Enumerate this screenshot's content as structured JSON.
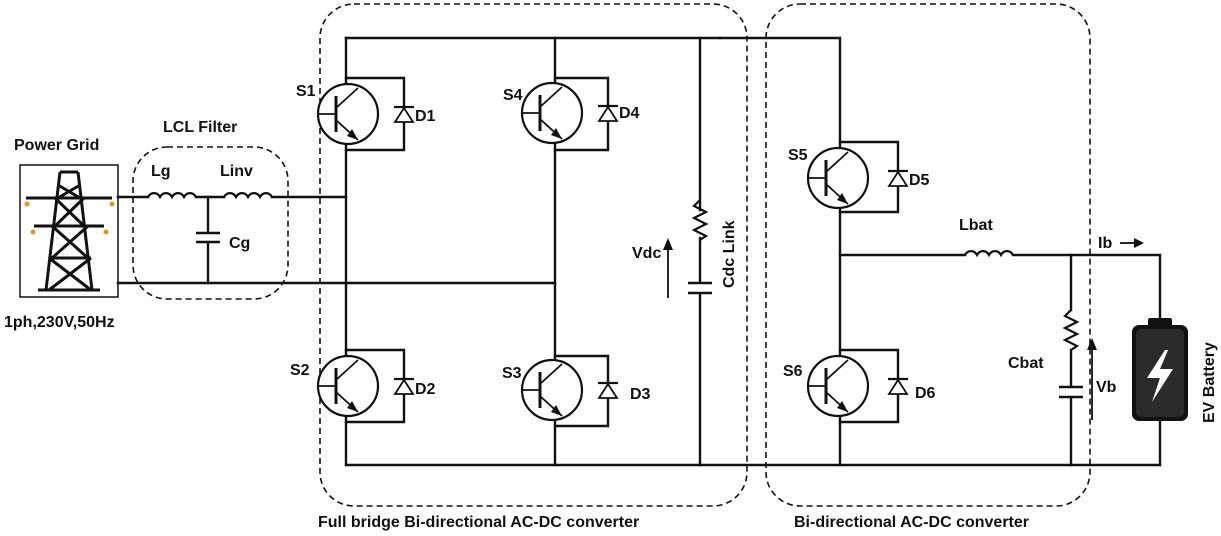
{
  "labels": {
    "power_grid": "Power Grid",
    "grid_spec": "1ph,230V,50Hz",
    "lcl_filter": "LCL Filter",
    "lg": "Lg",
    "linv": "Linv",
    "cg": "Cg",
    "s1": "S1",
    "s2": "S2",
    "s3": "S3",
    "s4": "S4",
    "s5": "S5",
    "s6": "S6",
    "d1": "D1",
    "d2": "D2",
    "d3": "D3",
    "d4": "D4",
    "d5": "D5",
    "d6": "D6",
    "vdc": "Vdc",
    "cdc_link": "Cdc Link",
    "lbat": "Lbat",
    "cbat": "Cbat",
    "ib": "Ib",
    "vb": "Vb",
    "ev_battery": "EV Battery",
    "full_bridge_caption": "Full bridge Bi-directional AC-DC converter",
    "bidir_caption": "Bi-directional AC-DC converter"
  },
  "icons": {
    "grid": "transmission-tower-icon",
    "battery": "ev-battery-icon",
    "lightning": "lightning-bolt-icon"
  }
}
